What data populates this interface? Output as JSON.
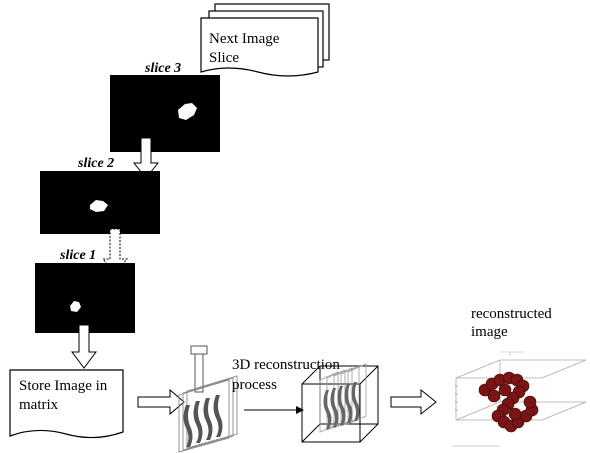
{
  "diagram": {
    "next_slice": {
      "line1": "Next Image",
      "line2": "Slice"
    },
    "slices": [
      {
        "label": "slice 3"
      },
      {
        "label": "slice 2"
      },
      {
        "label": "slice 1"
      }
    ],
    "store": {
      "line1": "Store Image in",
      "line2": "matrix"
    },
    "process": {
      "line1": "3D reconstruction",
      "line2": "process"
    },
    "result": {
      "line1": "reconstructed",
      "line2": "image"
    }
  }
}
